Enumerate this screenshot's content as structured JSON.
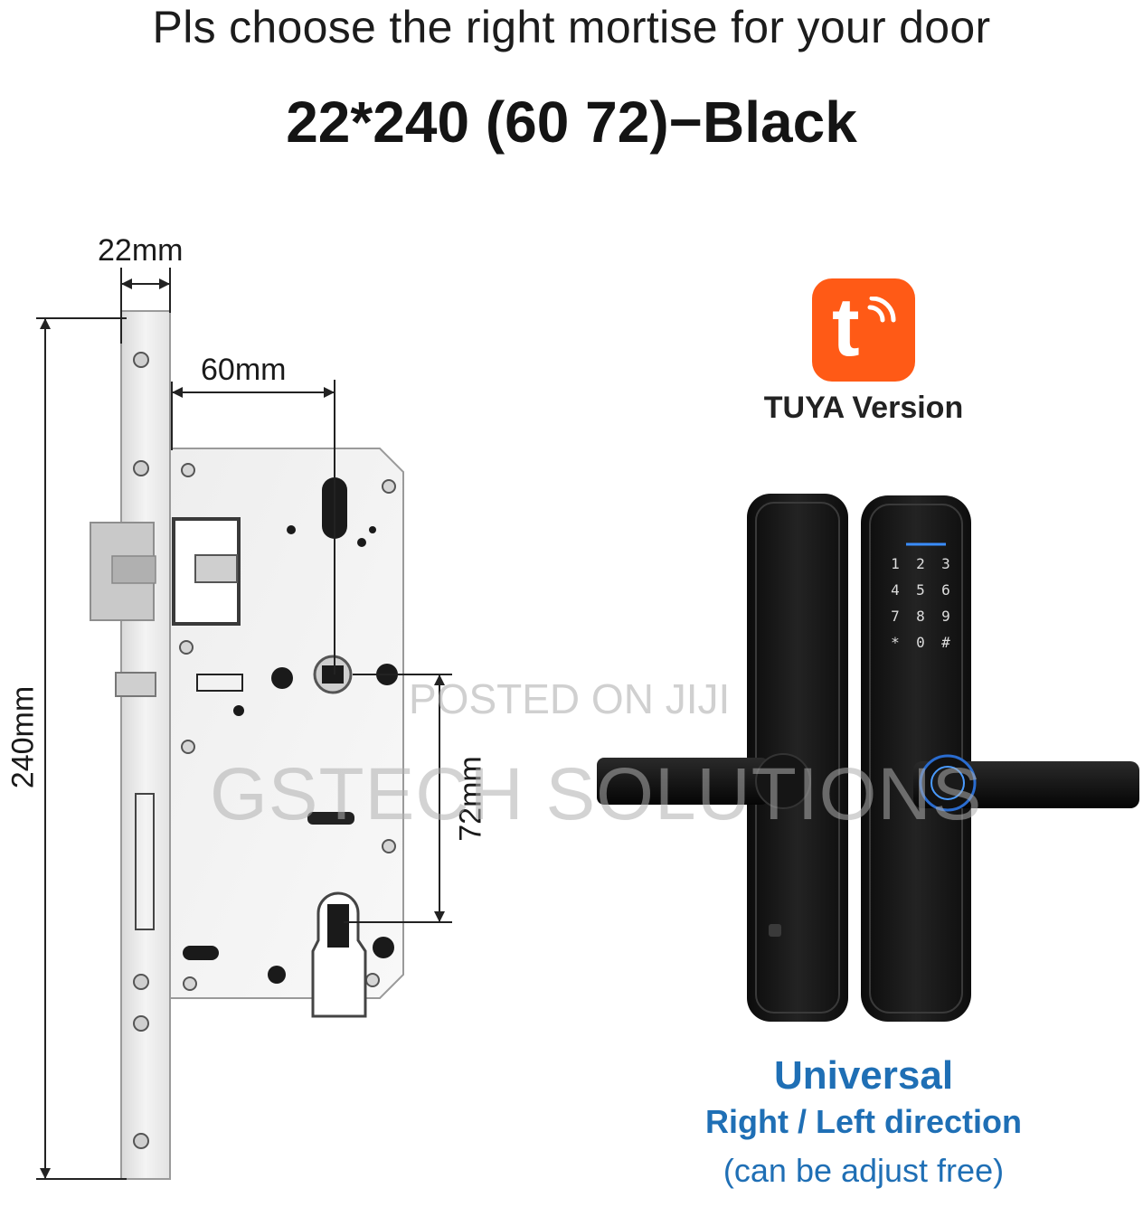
{
  "heading": "Pls choose the right mortise for your door",
  "subheading": "22*240 (60 72)−Black",
  "dimensions": {
    "width_22": "22mm",
    "backset_60": "60mm",
    "height_240": "240mm",
    "center_72": "72mm"
  },
  "tuya": {
    "logo_letter": "t",
    "caption": "TUYA Version",
    "brand_color": "#ff5a16"
  },
  "keypad": {
    "keys": [
      "1",
      "2",
      "3",
      "4",
      "5",
      "6",
      "7",
      "8",
      "9",
      "*",
      "0",
      "#"
    ]
  },
  "features": {
    "universal": "Universal",
    "direction": "Right / Left direction",
    "adjust": "(can be adjust free)",
    "accent_color": "#1f6fb5"
  },
  "watermark": {
    "line1": "POSTED ON JIJI",
    "line2": "GSTECH SOLUTIONS"
  }
}
